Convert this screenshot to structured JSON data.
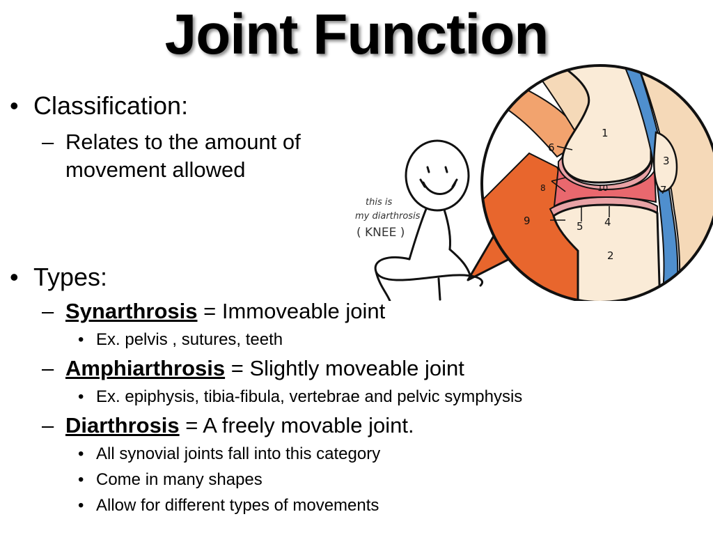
{
  "title": "Joint Function",
  "classification": {
    "heading": "Classification:",
    "line1": "Relates to the amount of",
    "line2": "movement allowed"
  },
  "types": {
    "heading": "Types:",
    "items": [
      {
        "term": "Synarthrosis",
        "desc": "= Immoveable joint",
        "subs": [
          "Ex. pelvis , sutures, teeth"
        ]
      },
      {
        "term": "Amphiarthrosis",
        "desc": "= Slightly moveable joint",
        "subs": [
          "Ex. epiphysis, tibia-fibula, vertebrae and pelvic symphysis"
        ]
      },
      {
        "term": "Diarthrosis",
        "desc": "= A freely movable joint.",
        "subs": [
          "All synovial joints fall into this category",
          "Come in many shapes",
          "Allow for different types of movements"
        ]
      }
    ]
  },
  "illustration": {
    "caption_line1": "this is",
    "caption_line2": "my diarthrosis",
    "caption_line3": "( KNEE )",
    "labels": [
      "1",
      "2",
      "3",
      "4",
      "5",
      "6",
      "7",
      "8",
      "9",
      "10"
    ]
  },
  "colors": {
    "bone": "#FAEBD7",
    "cartilage": "#E9A3A6",
    "synovial": "#E9686E",
    "muscle": "#E8662D",
    "tendon": "#4F8FCE",
    "outline": "#111111"
  }
}
